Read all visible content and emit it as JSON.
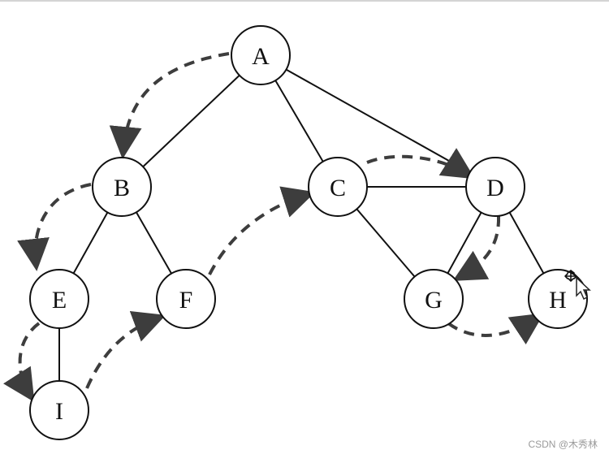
{
  "graph": {
    "nodes": [
      {
        "id": "A",
        "label": "A"
      },
      {
        "id": "B",
        "label": "B"
      },
      {
        "id": "C",
        "label": "C"
      },
      {
        "id": "D",
        "label": "D"
      },
      {
        "id": "E",
        "label": "E"
      },
      {
        "id": "F",
        "label": "F"
      },
      {
        "id": "G",
        "label": "G"
      },
      {
        "id": "H",
        "label": "H"
      },
      {
        "id": "I",
        "label": "I"
      }
    ],
    "edges": [
      [
        "A",
        "B"
      ],
      [
        "A",
        "C"
      ],
      [
        "A",
        "D"
      ],
      [
        "B",
        "E"
      ],
      [
        "B",
        "F"
      ],
      [
        "E",
        "I"
      ],
      [
        "C",
        "D"
      ],
      [
        "C",
        "G"
      ],
      [
        "D",
        "G"
      ],
      [
        "D",
        "H"
      ]
    ],
    "traversal": [
      [
        "A",
        "B"
      ],
      [
        "B",
        "E"
      ],
      [
        "E",
        "I"
      ],
      [
        "I",
        "F"
      ],
      [
        "F",
        "C"
      ],
      [
        "C",
        "D"
      ],
      [
        "D",
        "G"
      ],
      [
        "G",
        "H"
      ]
    ]
  },
  "colors": {
    "edge": "#111111",
    "traversal_arrow": "#3d3d3d",
    "node_fill": "#ffffff",
    "node_stroke": "#111111"
  },
  "watermark": "CSDN @木秀林",
  "cursor_icon": "move-cursor-icon"
}
